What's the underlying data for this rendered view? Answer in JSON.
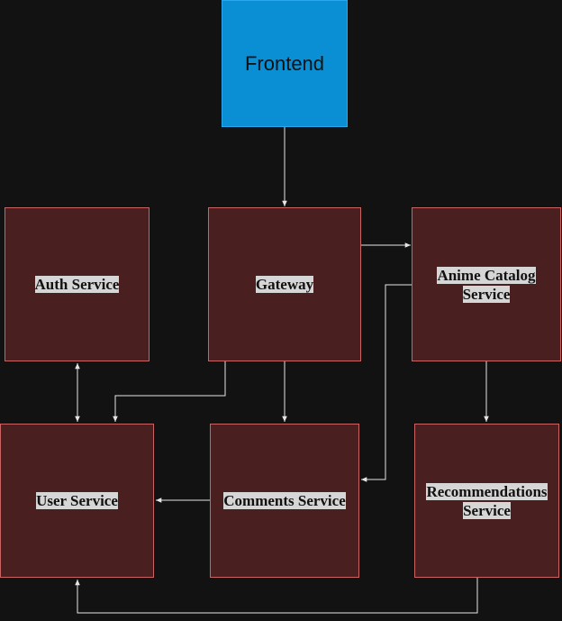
{
  "nodes": {
    "frontend": "Frontend",
    "auth": "Auth Service",
    "gateway": "Gateway",
    "anime_catalog": "Anime Catalog Service",
    "user": "User Service",
    "comments": "Comments Service",
    "recommendations": "Recommendations Service"
  },
  "colors": {
    "background": "#121212",
    "service_fill": "#4a1f1f",
    "service_border": "#c86464",
    "frontend_fill": "#0a8fd4",
    "edge": "#e6e6e6"
  }
}
